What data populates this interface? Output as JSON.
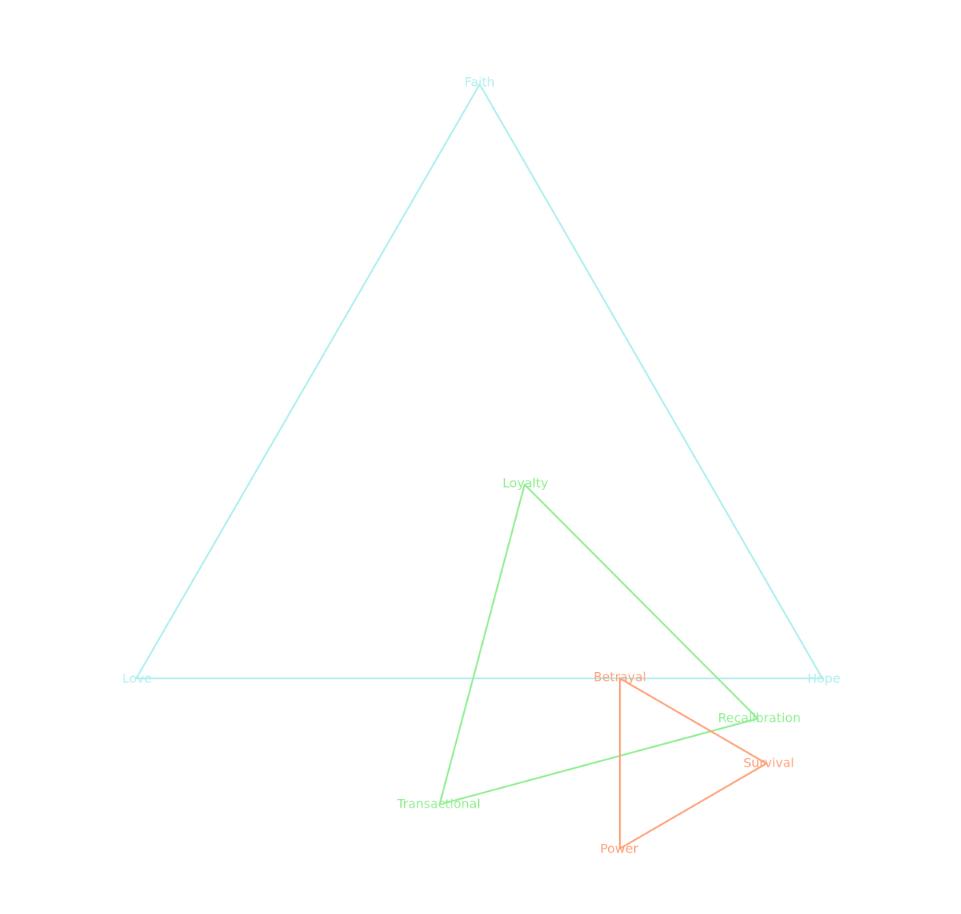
{
  "diagram": {
    "triangles": [
      {
        "id": "ideals",
        "color": "#AEEEEE",
        "vertices": [
          {
            "label": "Faith"
          },
          {
            "label": "Hope"
          },
          {
            "label": "Love"
          }
        ]
      },
      {
        "id": "relations",
        "color": "#90EE90",
        "vertices": [
          {
            "label": "Loyalty"
          },
          {
            "label": "Recalibration"
          },
          {
            "label": "Transactional"
          }
        ]
      },
      {
        "id": "realities",
        "color": "#FFA07A",
        "vertices": [
          {
            "label": "Betrayal"
          },
          {
            "label": "Survival"
          },
          {
            "label": "Power"
          }
        ]
      }
    ]
  }
}
